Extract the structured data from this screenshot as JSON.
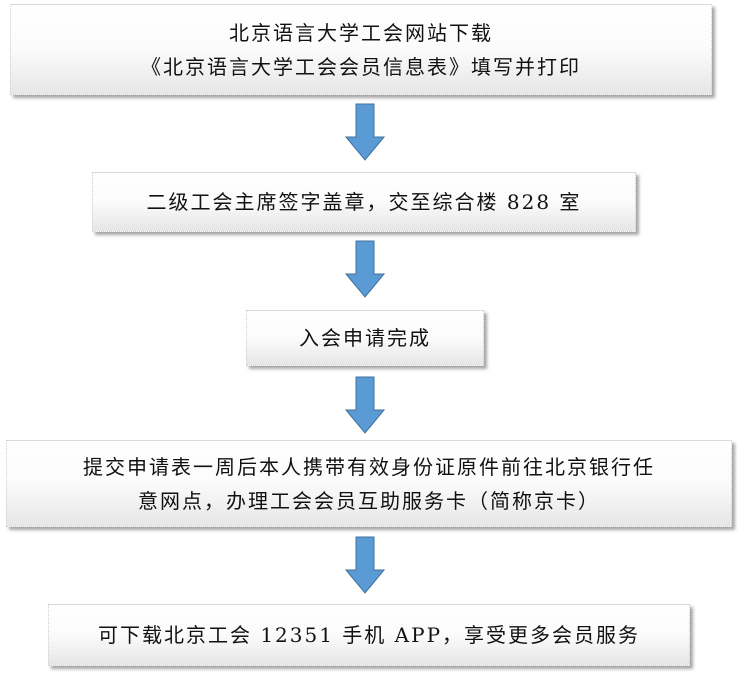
{
  "steps": [
    {
      "lines": [
        "北京语言大学工会网站下载",
        "《北京语言大学工会会员信息表》填写并打印"
      ]
    },
    {
      "lines": [
        "二级工会主席签字盖章，交至综合楼 828 室"
      ]
    },
    {
      "lines": [
        "入会申请完成"
      ]
    },
    {
      "lines": [
        "提交申请表一周后本人携带有效身份证原件前往北京银行任",
        "意网点，办理工会会员互助服务卡（简称京卡）"
      ]
    },
    {
      "lines": [
        "可下载北京工会 12351 手机 APP，享受更多会员服务"
      ]
    }
  ],
  "colors": {
    "arrow": "#5b9bd5",
    "arrow_stroke": "#41719c"
  }
}
